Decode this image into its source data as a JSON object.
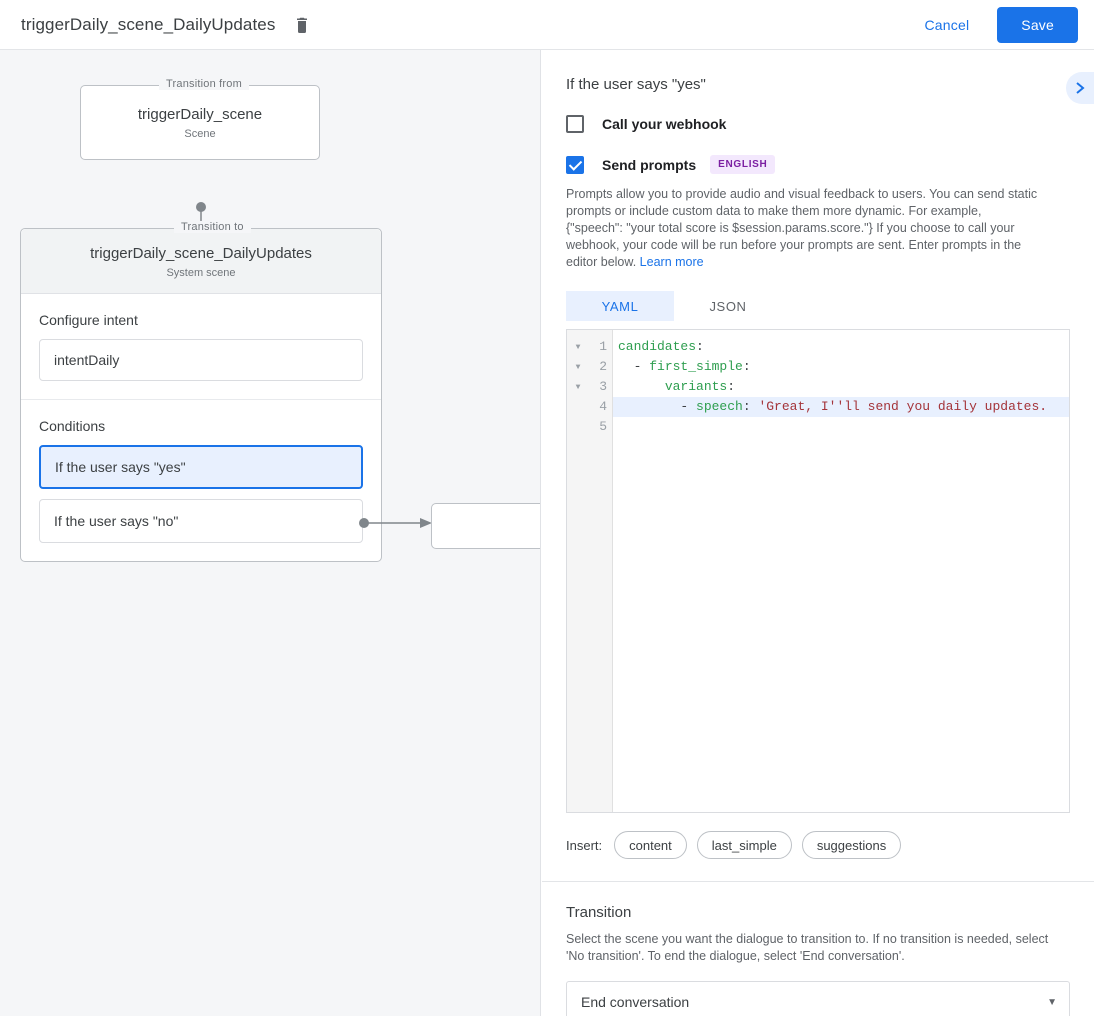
{
  "topbar": {
    "title": "triggerDaily_scene_DailyUpdates",
    "delete_icon": "trash-icon",
    "cancel_label": "Cancel",
    "save_label": "Save"
  },
  "canvas": {
    "from_node": {
      "legend": "Transition from",
      "title": "triggerDaily_scene",
      "subtitle": "Scene"
    },
    "to_node": {
      "legend": "Transition to",
      "title": "triggerDaily_scene_DailyUpdates",
      "subtitle": "System scene",
      "intent_section_label": "Configure intent",
      "intent_value": "intentDaily",
      "conditions_section_label": "Conditions",
      "conditions": [
        {
          "label": "If the user says \"yes\"",
          "selected": true
        },
        {
          "label": "If the user says \"no\"",
          "selected": false
        }
      ]
    },
    "target_node": {
      "label": ""
    }
  },
  "panel": {
    "title": "If the user says \"yes\"",
    "expand_icon": "chevron-right-icon",
    "webhook": {
      "label": "Call your webhook",
      "checked": false
    },
    "prompts": {
      "label": "Send prompts",
      "checked": true,
      "badge": "ENGLISH",
      "description": "Prompts allow you to provide audio and visual feedback to users. You can send static prompts or include custom data to make them more dynamic. For example, {\"speech\": \"your total score is $session.params.score.\"} If you choose to call your webhook, your code will be run before your prompts are sent. Enter prompts in the editor below.",
      "learn_more": "Learn more"
    },
    "tabs": [
      {
        "label": "YAML",
        "active": true
      },
      {
        "label": "JSON",
        "active": false
      }
    ],
    "editor": {
      "lines": [
        {
          "num": "1",
          "fold": true,
          "active": false,
          "text": "candidates:"
        },
        {
          "num": "2",
          "fold": true,
          "active": false,
          "text": "  - first_simple:"
        },
        {
          "num": "3",
          "fold": true,
          "active": false,
          "text": "      variants:"
        },
        {
          "num": "4",
          "fold": false,
          "active": true,
          "text": "        - speech: 'Great, I''ll send you daily updates."
        },
        {
          "num": "5",
          "fold": false,
          "active": false,
          "text": ""
        }
      ]
    },
    "insert": {
      "label": "Insert:",
      "chips": [
        "content",
        "last_simple",
        "suggestions"
      ]
    },
    "transition": {
      "title": "Transition",
      "description": "Select the scene you want the dialogue to transition to. If no transition is needed, select 'No transition'. To end the dialogue, select 'End conversation'.",
      "selected": "End conversation",
      "dropdown_icon": "chevron-down-icon"
    }
  },
  "colors": {
    "accent": "#1a73e8",
    "accent_light": "#e8f0fe",
    "badge_bg": "#f3e8fd",
    "badge_fg": "#7b1fa2",
    "canvas_bg": "#f5f6f8"
  }
}
